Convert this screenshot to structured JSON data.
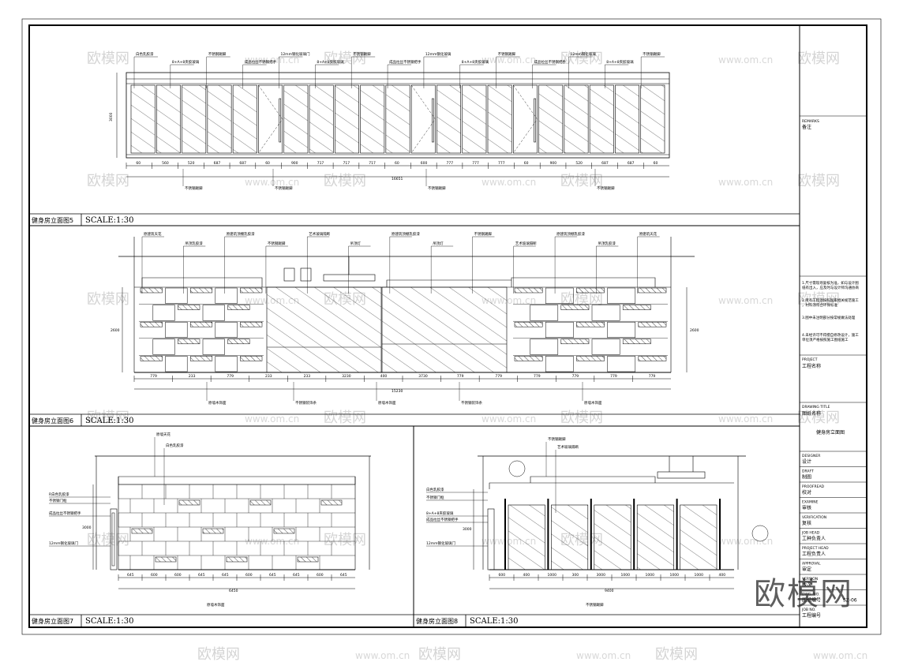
{
  "titles": {
    "elev5": "健身房立面图5",
    "elev6": "健身房立面图6",
    "elev7": "健身房立面图7",
    "elev8": "健身房立面图8",
    "scale": "SCALE:1:30"
  },
  "elev5": {
    "labels": [
      "白色乳胶漆",
      "8+A+8夹胶玻璃",
      "不锈钢踢脚",
      "成品拉丝不锈钢把手",
      "12mm钢化玻璃门",
      "8+A+8夹胶玻璃",
      "不锈钢踢脚",
      "成品拉丝不锈钢把手",
      "12mm钢化玻璃",
      "8+A+8夹胶玻璃",
      "不锈钢踢脚",
      "成品拉丝不锈钢把手",
      "12mm钢化玻璃",
      "8+A+8夹胶玻璃",
      "不锈钢踢脚"
    ],
    "dims": [
      "60",
      "560",
      "520",
      "687",
      "687",
      "60",
      "900",
      "717",
      "717",
      "717",
      "60",
      "600",
      "777",
      "777",
      "777",
      "60",
      "900",
      "520",
      "687",
      "687",
      "60"
    ],
    "total": "16651",
    "height": "3000",
    "bottom_notes": [
      "不锈钢踢脚",
      "不锈钢踢脚",
      "不锈钢踢脚",
      "不锈钢踢脚"
    ]
  },
  "elev6": {
    "labels": [
      "原建筑天花",
      "吊顶乳胶漆",
      "原建筑顶棚乳胶漆",
      "不锈钢踢脚",
      "艺术玻璃隔断",
      "吊顶灯",
      "原建筑顶棚乳胶漆",
      "吊顶灯",
      "不锈钢踢脚",
      "艺术玻璃隔断",
      "原建筑顶棚乳胶漆",
      "吊顶乳胶漆",
      "原建筑天花"
    ],
    "dims": [
      "779",
      "233",
      "779",
      "233",
      "233",
      "3230",
      "400",
      "3730",
      "779",
      "779",
      "779",
      "779",
      "779",
      "779"
    ],
    "total": "15230",
    "height": "2600",
    "bottom_notes": [
      "原墙木饰面",
      "不锈钢装饰条",
      "原墙木饰面",
      "不锈钢装饰条",
      "原墙木饰面"
    ]
  },
  "elev7": {
    "labels": [
      "原墙天花",
      "白色乳胶漆",
      "R白色乳胶漆",
      "不锈钢门框",
      "成品拉丝不锈钢把手",
      "12mm钢化玻璃门"
    ],
    "dims": [
      "645",
      "600",
      "600",
      "645",
      "645",
      "600",
      "645",
      "645",
      "600",
      "645"
    ],
    "total": "6450",
    "height": "3000",
    "bottom_note": "原墙木饰面"
  },
  "elev8": {
    "labels": [
      "不锈钢踢脚",
      "艺术玻璃隔断",
      "白色乳胶漆",
      "不锈钢门框",
      "8+A+8夹胶玻璃",
      "成品拉丝不锈钢把手",
      "12mm钢化玻璃门"
    ],
    "dims": [
      "600",
      "400",
      "1000",
      "300",
      "3000",
      "1000",
      "1000",
      "1000",
      "1000",
      "400"
    ],
    "total": "9400",
    "height": "3000",
    "bottom_note": "不锈钢踢脚"
  },
  "titleblock": {
    "remarks_label": "REMARKS",
    "remarks": "备注",
    "notes": [
      "1.尺寸需现场复核为准，如与设计图纸有出入，应及时与设计师沟通协商",
      "2.所有工程须按照国家相关规范施工，材料须符合环保标准",
      "3.图中未注明部分按常规做法处理",
      "4.未经许可不得擅自修改设计，施工单位须严格按照施工图纸施工"
    ],
    "project_label": "PROJECT",
    "project": "工程名称",
    "drawing_title_label": "DRAWING TITLE",
    "drawing_title": "图纸名称",
    "drawing_name": "健身房立面图",
    "design_label": "DESIGNER",
    "design": "设计",
    "draft_label": "DRAFT",
    "draft": "制图",
    "proofread_label": "PROOFREAD",
    "proofread": "校对",
    "examine_label": "EXAMINE",
    "examine": "审核",
    "verify_label": "VERIFICATION",
    "verify": "复核",
    "job_label": "JOB HEAD",
    "job": "工种负责人",
    "pm_label": "PROJECT HEAD",
    "pm": "工程负责人",
    "approval_label": "APPROVAL",
    "approval": "审定",
    "version_label": "VERSION",
    "version": "版次",
    "dwgno_label": "DWG. NO.",
    "dwgno": "图纸编号",
    "dwgno_value": "SZ-06",
    "jobno_label": "JOB NO.",
    "jobno": "工程编号"
  },
  "watermark": {
    "logo": "欧模网",
    "site": "www.om.cn"
  }
}
